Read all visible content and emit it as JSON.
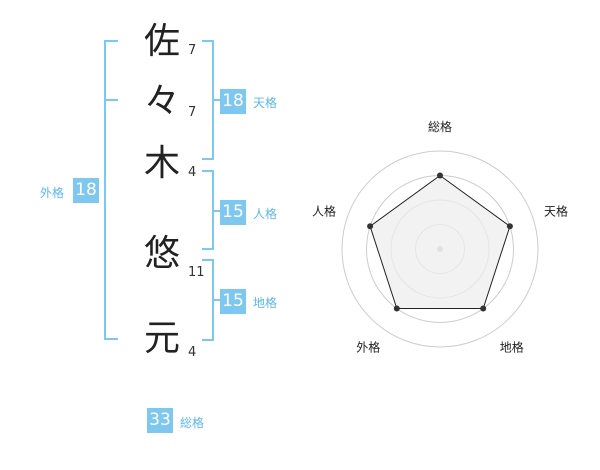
{
  "name_chars": [
    {
      "char": "佐",
      "strokes": "7"
    },
    {
      "char": "々",
      "strokes": "7"
    },
    {
      "char": "木",
      "strokes": "4"
    },
    {
      "char": "悠",
      "strokes": "11"
    },
    {
      "char": "元",
      "strokes": "4"
    }
  ],
  "kaku": {
    "tenkaku": {
      "value": "18",
      "label": "天格"
    },
    "jinkaku": {
      "value": "15",
      "label": "人格"
    },
    "chikaku": {
      "value": "15",
      "label": "地格"
    },
    "gaikaku": {
      "value": "18",
      "label": "外格"
    },
    "soukaku": {
      "value": "33",
      "label": "総格"
    }
  },
  "chart_data": {
    "type": "radar",
    "axes": [
      "総格",
      "天格",
      "地格",
      "外格",
      "人格"
    ],
    "values": [
      0.75,
      0.75,
      0.75,
      0.75,
      0.75
    ],
    "rings": 4,
    "colors": {
      "fill": "#eeeeee",
      "stroke": "#222222",
      "grid": "#cccccc",
      "point": "#333333"
    }
  },
  "colors": {
    "accent": "#7ec8f0",
    "label": "#5ab8ec"
  }
}
